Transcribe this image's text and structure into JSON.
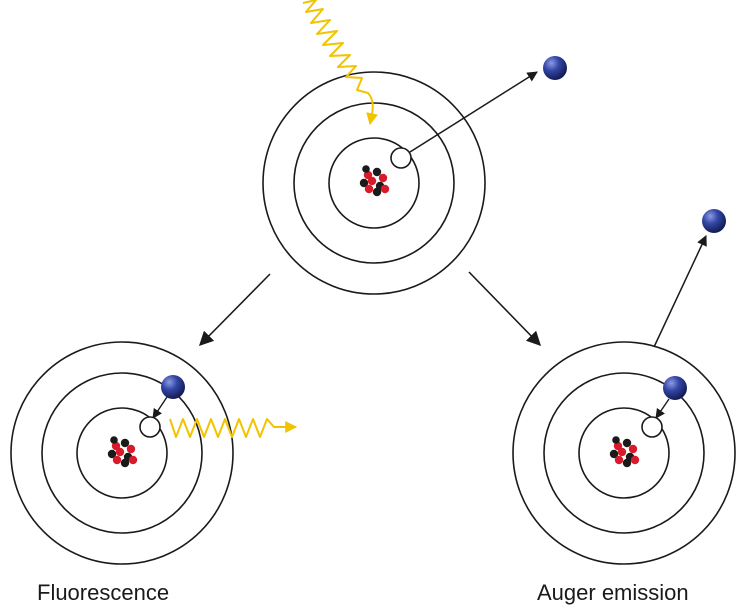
{
  "labels": {
    "fluorescence": "Fluorescence",
    "auger": "Auger emission"
  },
  "colors": {
    "shell_stroke": "#1a1a1a",
    "electron_fill": "#2b3a8f",
    "vacancy_fill": "#ffffff",
    "photon": "#f2c400",
    "arrow": "#1a1a1a",
    "proton": "#d81b2a",
    "neutron": "#1a1a1a"
  },
  "atoms": [
    {
      "id": "top",
      "shells": 3
    },
    {
      "id": "fluorescence",
      "shells": 3
    },
    {
      "id": "auger",
      "shells": 3
    }
  ]
}
